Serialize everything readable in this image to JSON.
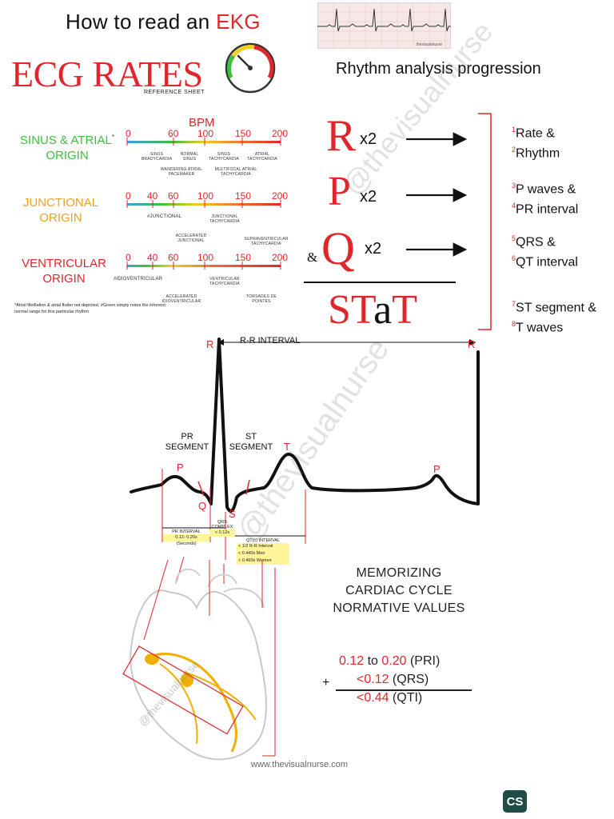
{
  "header": {
    "title_prefix": "How to read an ",
    "title_accent": "EKG",
    "rates_title": "ECG RATES",
    "rates_subtitle": "REFERENCE SHEET",
    "rhythm_title": "Rhythm analysis progression",
    "strip_caption": "thevisualnurse"
  },
  "rates": {
    "bpm_label": "BPM",
    "rows": [
      {
        "label": "SINUS & ATRIAL",
        "label2": "ORIGIN",
        "asterisk": "*",
        "ticks": [
          "0",
          "60",
          "100",
          "150",
          "200"
        ],
        "notes": [
          "SINUS BRADYCARDIA",
          "NORMAL SINUS",
          "SINUS TACHYCARDIA",
          "ATRIAL TACHYCARDIA",
          "WANDERING ATRIAL PACEMAKER",
          "MULTIFOCAL ATRIAL TACHYCARDIA"
        ]
      },
      {
        "label": "JUNCTIONAL",
        "label2": "ORIGIN",
        "ticks": [
          "0",
          "40",
          "60",
          "100",
          "150",
          "200"
        ],
        "notes": [
          "#JUNCTIONAL",
          "JUNCTIONAL TACHYCARDIA",
          "ACCELERATED JUNCTIONAL",
          "SUPRAVENTRICULAR TACHYCARDIA"
        ]
      },
      {
        "label": "VENTRICULAR",
        "label2": "ORIGIN",
        "ticks": [
          "0",
          "40",
          "60",
          "100",
          "150",
          "200"
        ],
        "notes": [
          "#IDIOVENTRICULAR",
          "VENTRICULAR TACHYCARDIA",
          "ACCELERATED IDIOVENTRICULAR",
          "TORSADES DE POINTES"
        ]
      }
    ],
    "footnote": "*Atrial fibrillation & atrial flutter not depicted. #Green simply notes the inherent normal range for this particular rhythm"
  },
  "mnemonic": {
    "items": [
      {
        "letter": "R",
        "times": "x2",
        "num1": "1",
        "step1": "Rate &",
        "num2": "2",
        "step2": "Rhythm"
      },
      {
        "letter": "P",
        "times": "x2",
        "num1": "3",
        "step1": "P waves &",
        "num2": "4",
        "step2": "PR interval"
      },
      {
        "letter": "Q",
        "prefix": "&",
        "times": "x2",
        "num1": "5",
        "step1": "QRS &",
        "num2": "6",
        "step2": "QT interval"
      }
    ],
    "stat_s": "S",
    "stat_t": "T",
    "stat_a": "a",
    "stat_t2": "T",
    "stat_num1": "7",
    "stat_step1": "ST segment &",
    "stat_num2": "8",
    "stat_step2": "T waves"
  },
  "ecg": {
    "r_label": "R",
    "rr_label": "R-R INTERVAL",
    "pr_segment": "PR SEGMENT",
    "st_segment": "ST SEGMENT",
    "p_label": "P",
    "q_label": "Q",
    "s_label": "S",
    "t_label": "T",
    "pr_interval": "PR INTERVAL",
    "pr_values": "0.12- 0.20s",
    "pr_unit": "(Seconds)",
    "qrs_complex": "QRS COMPLEX",
    "qrs_value": "< 0.12s",
    "qt_interval": "QT(c) INTERVAL",
    "qt_values": [
      "< 1/2 R-R Interval",
      "< 0.440s Men",
      "< 0.460s Women"
    ]
  },
  "memo": {
    "lines": [
      "MEMORIZING",
      "CARDIAC CYCLE",
      "NORMATIVE VALUES"
    ],
    "calc1_a": "0.12",
    "calc1_to": " to ",
    "calc1_b": "0.20",
    "calc1_tag": " (PRI)",
    "plus": "+",
    "calc2_a": "<0.12",
    "calc2_tag": " (QRS)",
    "calc3_a": "<0.44",
    "calc3_tag": " (QTI)"
  },
  "watermark": "@thevisualnurse",
  "heart_watermark": "@thevisualnurse",
  "footer": {
    "url": "www.thevisualnurse.com",
    "badge": "CS"
  },
  "colors": {
    "accent": "#e0262b",
    "green": "#3cbf3c",
    "orange": "#f0a020",
    "highlight": "#fff59a"
  }
}
